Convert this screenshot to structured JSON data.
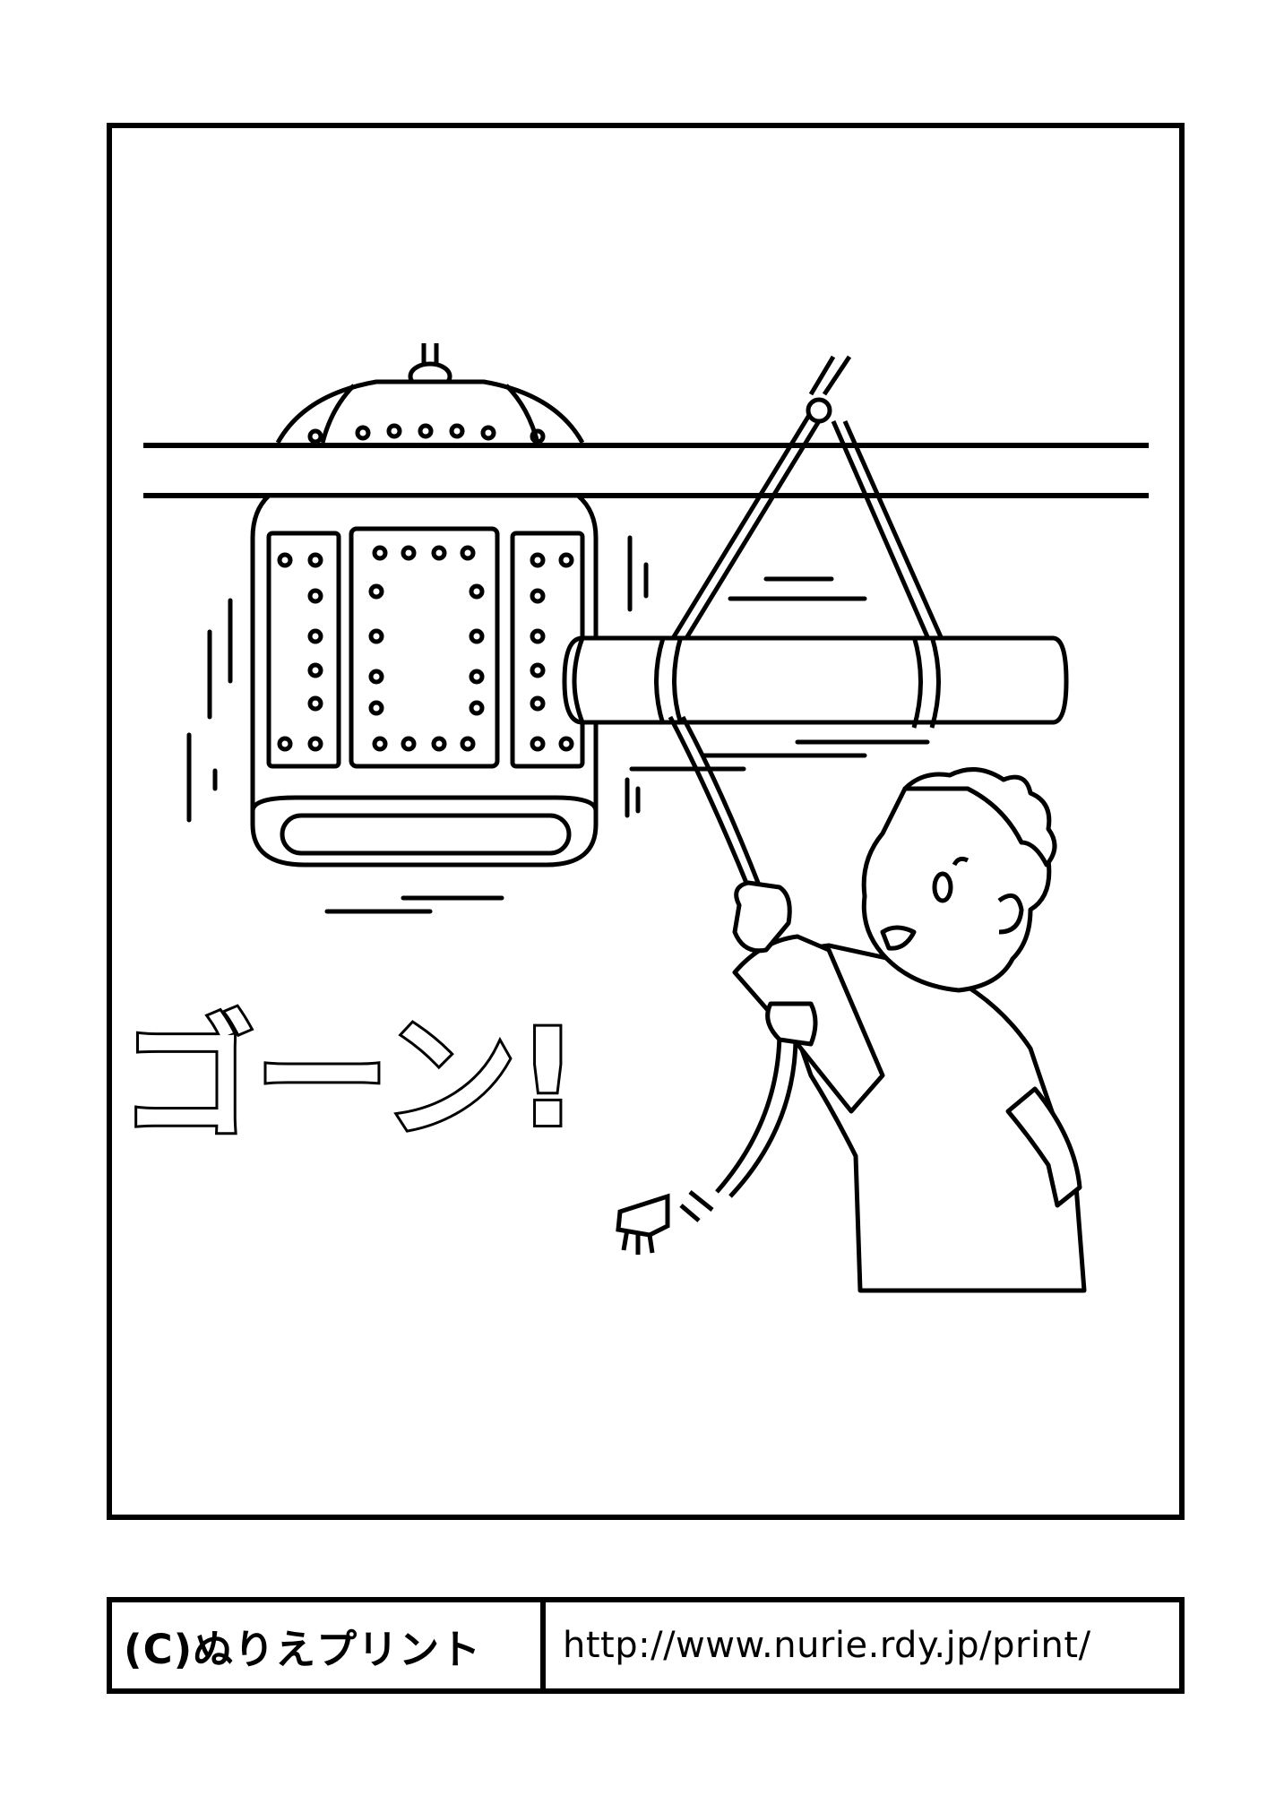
{
  "illustration": {
    "sound_effect": "ゴーン!"
  },
  "footer": {
    "copyright": "(C)ぬりえプリント",
    "url": "http://www.nurie.rdy.jp/print/"
  },
  "colors": {
    "ink": "#000000",
    "paper": "#ffffff"
  },
  "icons": [
    "temple-bell-icon",
    "bell-striker-log-icon",
    "bell-rope-icon",
    "boy-icon"
  ]
}
